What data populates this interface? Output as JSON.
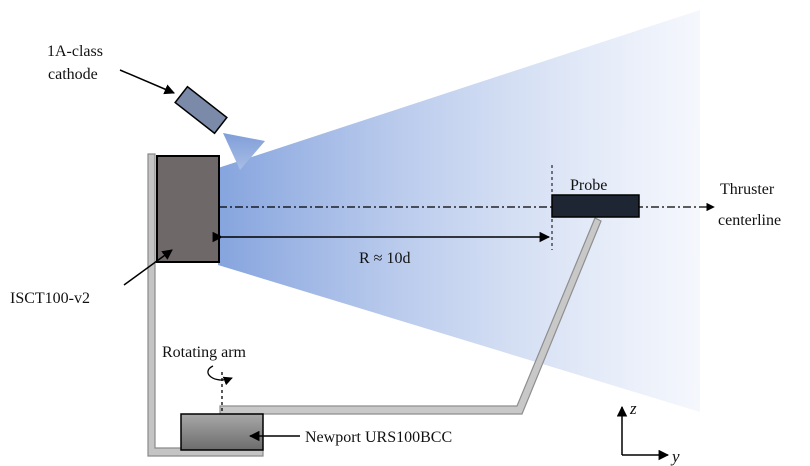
{
  "labels": {
    "cathode_line1": "1A-class",
    "cathode_line2": "cathode",
    "probe": "Probe",
    "thruster_line1": "Thruster",
    "thruster_line2": "centerline",
    "distance": "R ≈ 10d",
    "thruster_name": "ISCT100-v2",
    "rotating_arm": "Rotating arm",
    "stage_name": "Newport URS100BCC",
    "axis_z": "z",
    "axis_y": "y"
  },
  "colors": {
    "plume": "#7f9fdc",
    "cathode_beam": "#7f9ed8",
    "thruster_body": "#6e6868",
    "probe_body": "#1f2633",
    "arm_gray": "#b9b9b9",
    "stage_body": "#888888",
    "cathode_body": "#7b8aa8"
  }
}
